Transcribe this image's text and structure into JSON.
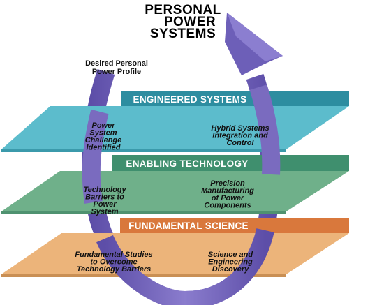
{
  "title": {
    "line1": "PERSONAL",
    "line2": "POWER",
    "line3": "SYSTEMS"
  },
  "desired_profile": {
    "line1": "Desired Personal",
    "line2": "Power Profile"
  },
  "layers": {
    "engineered": {
      "title": "ENGINEERED SYSTEMS",
      "left": [
        "Power",
        "System",
        "Challenge",
        "Identified"
      ],
      "right": [
        "Hybrid Systems",
        "Integration and",
        "Control"
      ]
    },
    "enabling": {
      "title": "ENABLING TECHNOLOGY",
      "left": [
        "Technology",
        "Barriers to",
        "Power",
        "System"
      ],
      "right": [
        "Precision",
        "Manufacturing",
        "of Power",
        "Components"
      ]
    },
    "fundamental": {
      "title": "FUNDAMENTAL SCIENCE",
      "left": [
        "Fundamental Studies",
        "to Overcome",
        "Technology Barriers"
      ],
      "right": [
        "Science and",
        "Engineering",
        "Discovery"
      ]
    }
  },
  "colors": {
    "arrow": "#7b6cc0",
    "engineered_plane": "#5cbccc",
    "engineered_band": "#2d8da0",
    "enabling_plane": "#6fb08a",
    "enabling_band": "#3f8f6e",
    "fundamental_plane": "#ecb47a",
    "fundamental_band": "#d9783c"
  }
}
